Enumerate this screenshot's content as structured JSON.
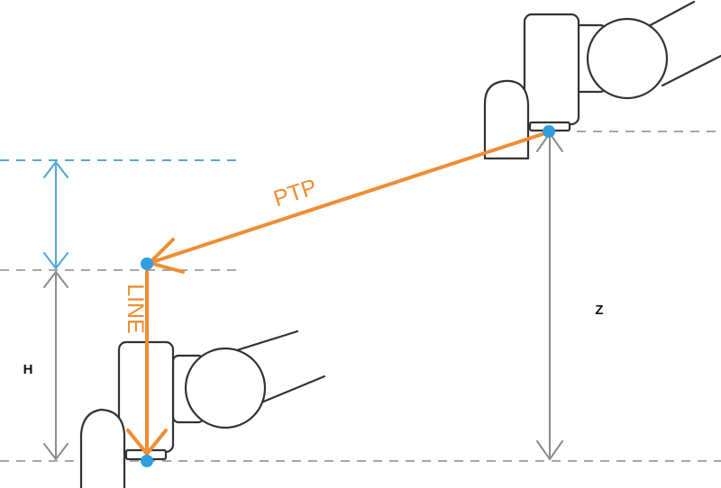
{
  "labels": {
    "ptp": "PTP",
    "line": "LINE",
    "h": "H",
    "z": "Z"
  },
  "colors": {
    "motion": "#ef8d32",
    "tcp_point": "#2e9fde",
    "blue_dimension": "#56a9dc",
    "gray_dimension": "#8c8c8c",
    "robot_outline": "#333333"
  }
}
